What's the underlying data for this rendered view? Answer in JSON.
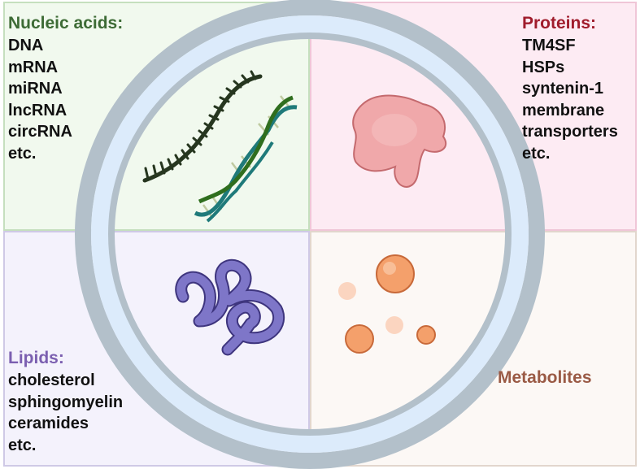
{
  "nucleic_acids": {
    "title": "Nucleic acids:",
    "color": "#3d6b35",
    "items": [
      "DNA",
      "mRNA",
      "miRNA",
      "lncRNA",
      "circRNA",
      "etc."
    ]
  },
  "proteins": {
    "title": "Proteins:",
    "color": "#a01c2c",
    "items": [
      "TM4SF",
      "HSPs",
      "syntenin-1",
      "membrane",
      "transporters",
      "etc."
    ]
  },
  "lipids": {
    "title": "Lipids:",
    "color": "#7b5fb0",
    "items": [
      "cholesterol",
      "sphingomyelin",
      "ceramides",
      "etc."
    ]
  },
  "metabolites": {
    "title": "Metabolites",
    "color": "#9a5a45"
  }
}
